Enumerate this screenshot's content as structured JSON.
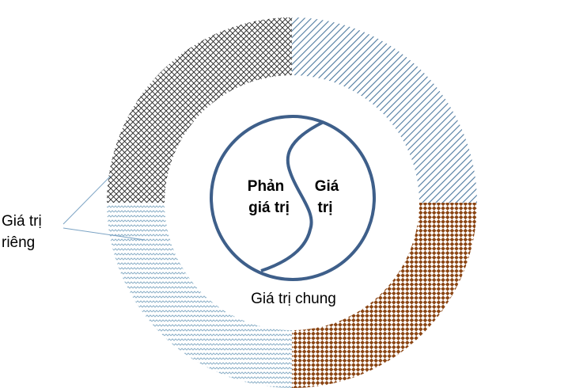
{
  "diagram": {
    "outer_label_line1": "Giá trị",
    "outer_label_line2": "riêng",
    "inner_left_line1": "Phản",
    "inner_left_line2": "giá trị",
    "inner_right_line1": "Giá",
    "inner_right_line2": "trị",
    "bottom_label": "Giá trị chung"
  },
  "chart_data": {
    "type": "pie",
    "categories": [
      "",
      "",
      "",
      ""
    ],
    "values": [
      25,
      25,
      25,
      25
    ],
    "colors": [
      "#4e7aa0",
      "#8b4513",
      "#8fb2c9",
      "#222222"
    ],
    "patterns": [
      "diagonal-stripes",
      "diamond-checker",
      "zigzag",
      "crosshatch"
    ]
  },
  "colors": {
    "circle_stroke": "#3e5f8a",
    "leader_line": "#7ba3c4"
  }
}
